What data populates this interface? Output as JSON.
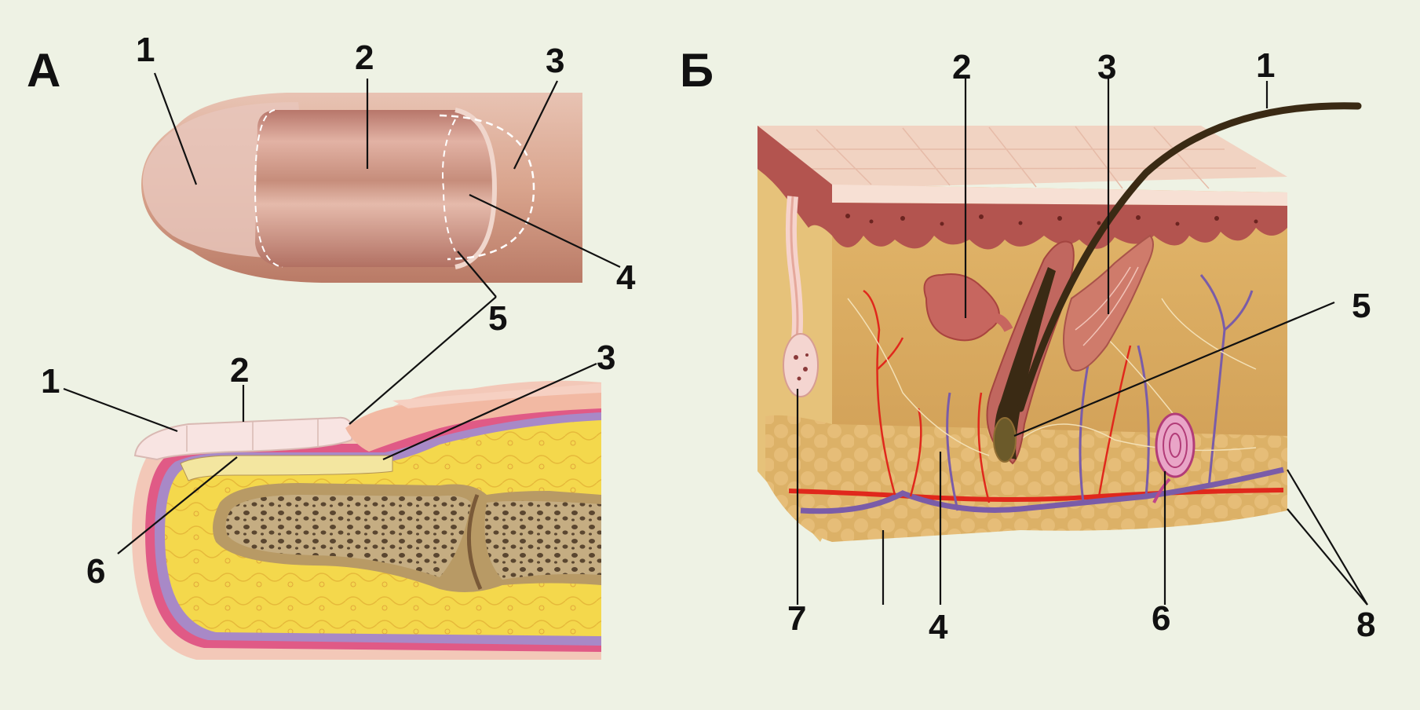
{
  "panels": [
    {
      "id": "A",
      "label": "А",
      "callouts": [
        "1",
        "2",
        "3",
        "4",
        "5",
        "1",
        "2",
        "3",
        "6"
      ]
    },
    {
      "id": "B",
      "label": "Б",
      "callouts": [
        "1",
        "2",
        "3",
        "4",
        "5",
        "6",
        "7",
        "8"
      ]
    }
  ],
  "colors": {
    "background": "#eef2e4",
    "nail_plate": "#c98f7f",
    "skin": "#e3b39e",
    "fat": "#f2d74a",
    "bone": "#c8ab78",
    "artery": "#e0281c",
    "vein": "#7a5ca8",
    "hair": "#3a2a14",
    "dermis": "#d7a85c",
    "epidermis": "#f1d3c1"
  }
}
